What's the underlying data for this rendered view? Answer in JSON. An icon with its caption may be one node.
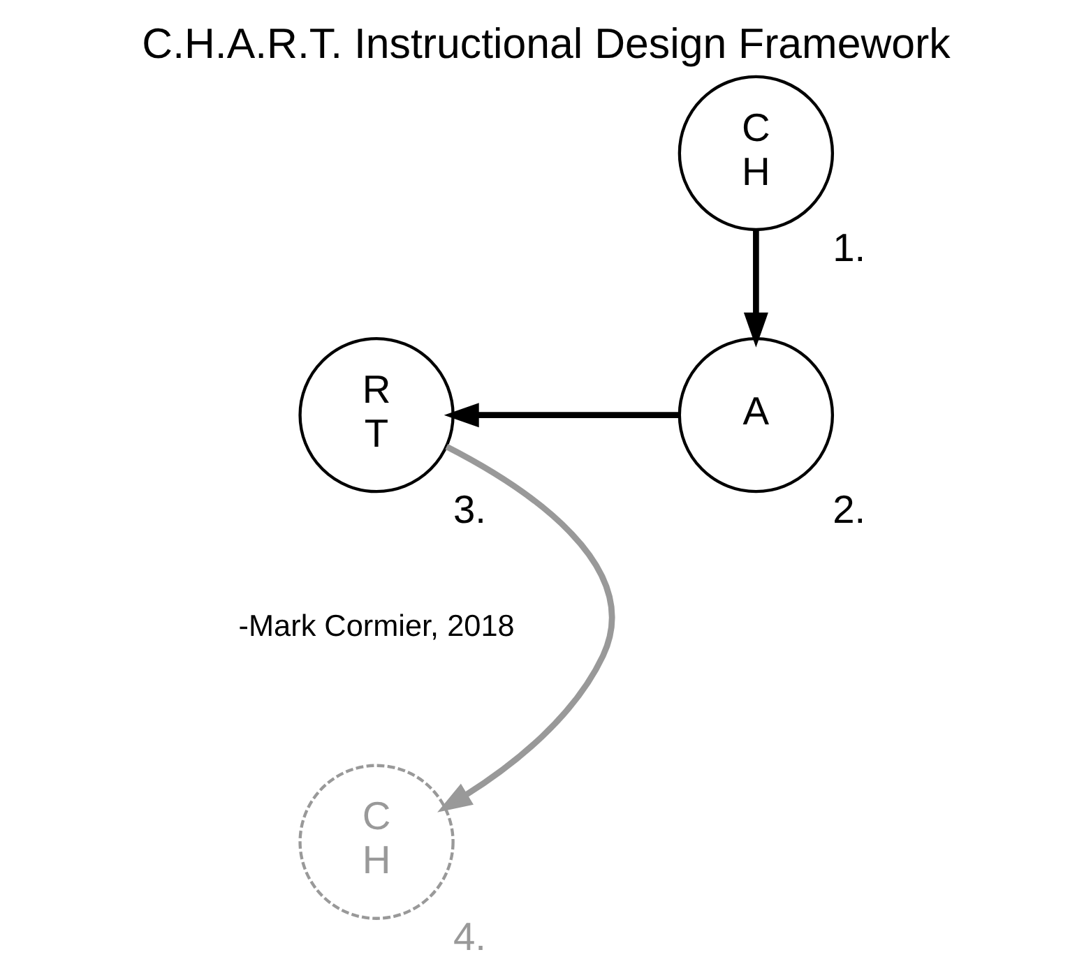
{
  "diagram": {
    "title": "C.H.A.R.T. Instructional Design Framework",
    "caption": "-Mark Cormier, 2018",
    "nodes": [
      {
        "text": [
          "C",
          "H"
        ],
        "beside": [
          "1."
        ]
      },
      {
        "text": [
          "A"
        ],
        "beside": [
          "2."
        ]
      },
      {
        "text": [
          "R",
          "T"
        ],
        "beside": [
          "3."
        ]
      },
      {
        "text": [
          "C",
          "H"
        ],
        "beside": [
          "4."
        ]
      }
    ],
    "edges": [
      {
        "from": 0,
        "to": 1,
        "arrow": "to"
      },
      {
        "from": 1,
        "to": 2,
        "arrow": "to"
      },
      {
        "from": 2,
        "to": 3,
        "arrow": "to",
        "color": "#999999"
      }
    ]
  }
}
